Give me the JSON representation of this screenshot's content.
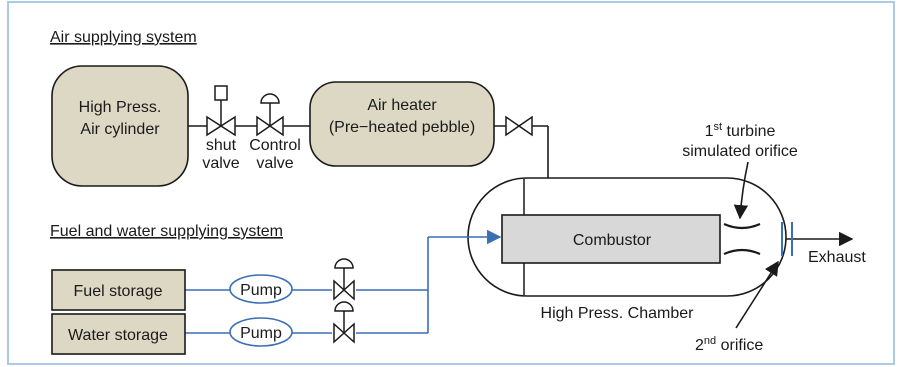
{
  "sections": {
    "air": "Air supplying system",
    "fuel_water": "Fuel and water supplying system"
  },
  "components": {
    "air_cylinder": [
      "High Press.",
      "Air cylinder"
    ],
    "air_heater": [
      "Air heater",
      "(Pre−heated pebble)"
    ],
    "combustor": "Combustor",
    "chamber": "High Press. Chamber",
    "fuel_storage": "Fuel storage",
    "water_storage": "Water storage",
    "pump_fuel": "Pump",
    "pump_water": "Pump"
  },
  "valves": {
    "shut": [
      "shut",
      "valve"
    ],
    "control": [
      "Control",
      "valve"
    ]
  },
  "orifices": {
    "first_num": "1",
    "first_sup": "st",
    "first_rest": " turbine",
    "first_line2": "simulated orifice",
    "second_num": "2",
    "second_sup": "nd",
    "second_rest": " orifice"
  },
  "exhaust": "Exhaust",
  "colors": {
    "frame": "#a9cbe3",
    "tank_fill": "#ddd8c4",
    "combustor_fill": "#d8d8d8",
    "pipe_blue": "#3a6fb5",
    "line": "#1a1a1a"
  }
}
